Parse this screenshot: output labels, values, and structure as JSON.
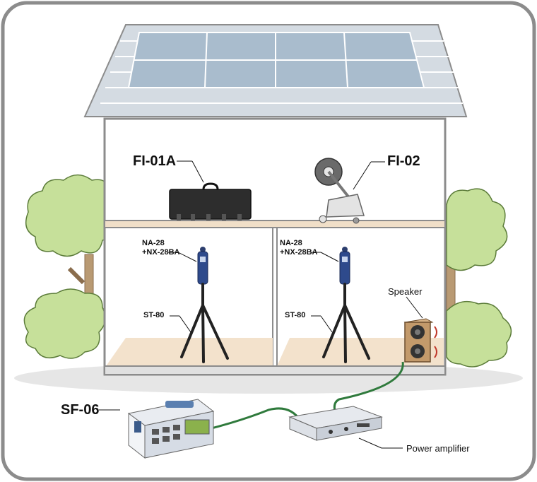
{
  "labels": {
    "fi01a": "FI-01A",
    "fi02": "FI-02",
    "na28_left": "NA-28\n+NX-28BA",
    "na28_right": "NA-28\n+NX-28BA",
    "st80_left": "ST-80",
    "st80_right": "ST-80",
    "speaker": "Speaker",
    "sf06": "SF-06",
    "power_amplifier": "Power amplifier"
  },
  "colors": {
    "frame": "#8c8c8c",
    "roof": "#c9d3dc",
    "solar_panel": "#a9bccd",
    "wall": "#ffffff",
    "floor": "#f3e2cc",
    "tree_foliage": "#c6e09a",
    "tree_trunk": "#b99a73",
    "cable": "#2f7a3c",
    "ground_shadow": "#e3e3e3"
  },
  "icons": [
    "tapping-machine-icon",
    "impact-ball-icon",
    "sound-level-meter-icon",
    "tripod-icon",
    "speaker-icon",
    "noise-generator-icon",
    "power-amplifier-icon",
    "tree-icon",
    "solar-panel-icon"
  ]
}
